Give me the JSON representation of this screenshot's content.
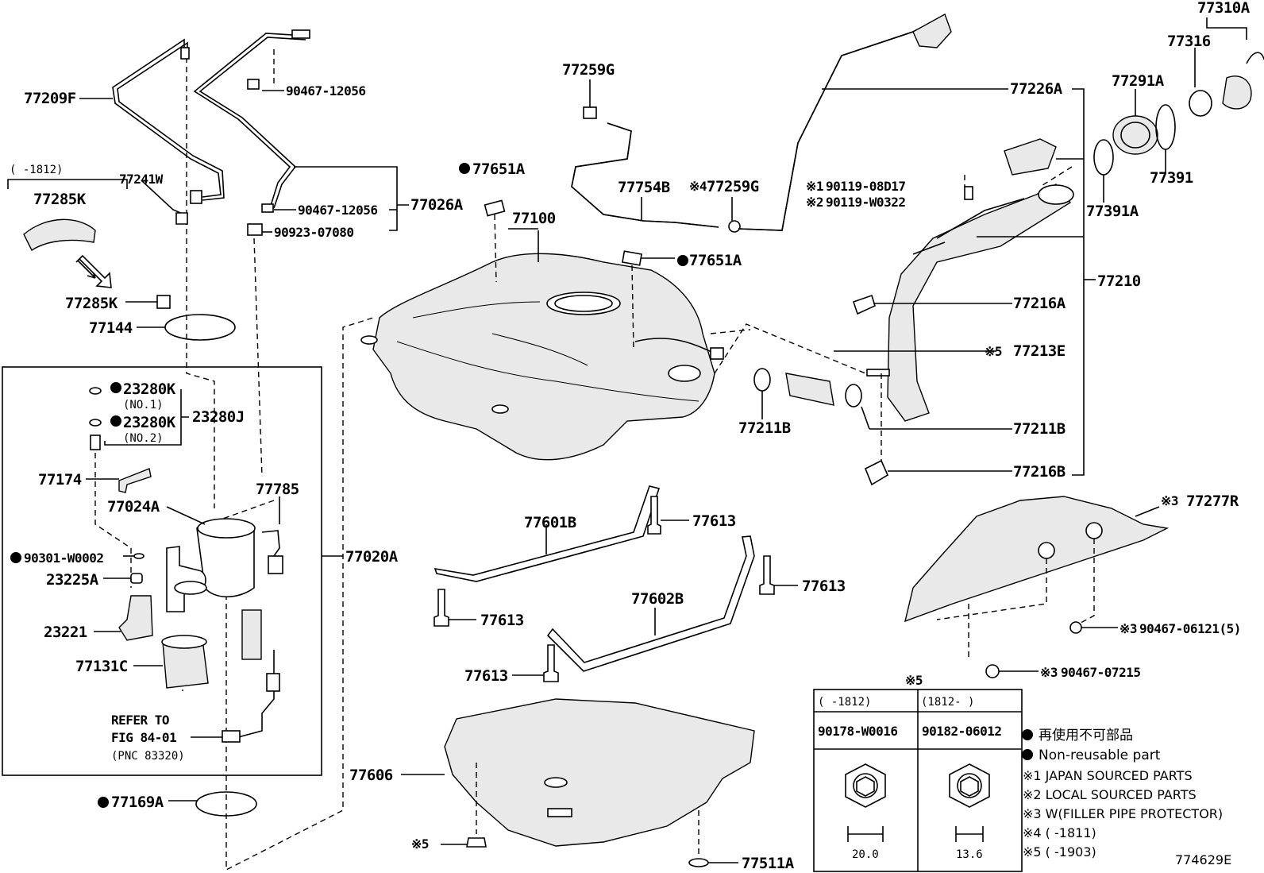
{
  "labels": {
    "p77209F": "77209F",
    "p90467_12056a": "90467-12056",
    "p77241W": "77241W",
    "p1812": "(   -1812)",
    "p77285K": "77285K",
    "p77285K_b": "77285K",
    "p77144": "77144",
    "p90467_12056b": "90467-12056",
    "p77026A": "77026A",
    "p90923_07080": "90923-07080",
    "p23280K_1": "23280K",
    "no1": "(NO.1)",
    "p23280K_2": "23280K",
    "no2": "(NO.2)",
    "p23280J": "23280J",
    "p77174": "77174",
    "p77024A": "77024A",
    "p77785": "77785",
    "p90301": "90301-W0002",
    "p23225A": "23225A",
    "p23221": "23221",
    "p77131C": "77131C",
    "refer1": "REFER TO",
    "refer2": "FIG 84-01",
    "refer3": "(PNC 83320)",
    "p77169A": "77169A",
    "p77020A": "77020A",
    "p77259G": "77259G",
    "p77651A_a": "77651A",
    "p77100": "77100",
    "p77754B": "77754B",
    "p77259G_b": "77259G",
    "p77651A_b": "77651A",
    "p90119_08D17": "90119-08D17",
    "p90119_W0322": "90119-W0322",
    "p77226A": "77226A",
    "p77310A": "77310A",
    "p77316": "77316",
    "p77291A": "77291A",
    "p77391": "77391",
    "p77391A": "77391A",
    "p77210": "77210",
    "p77216A": "77216A",
    "p77213E": "77213E",
    "p77211B_a": "77211B",
    "p77211B_b": "77211B",
    "p77216B": "77216B",
    "p77601B": "77601B",
    "p77613_a": "77613",
    "p77613_b": "77613",
    "p77613_c": "77613",
    "p77613_d": "77613",
    "p77602B": "77602B",
    "p77277R": "77277R",
    "p90467_06121": "90467-06121(5)",
    "p90467_07215": "90467-07215",
    "p77606": "77606",
    "p77511A": "77511A"
  },
  "marks": {
    "m1": "※1",
    "m2": "※2",
    "m3": "※3",
    "m4": "※4",
    "m5": "※5"
  },
  "table": {
    "title": "※5",
    "col1_head": "(     -1812)",
    "col2_head": "(1812-     )",
    "col1_part": "90178-W0016",
    "col2_part": "90182-06012",
    "col1_dim": "20.0",
    "col2_dim": "13.6"
  },
  "legend": {
    "nonreusable_jp": "再使用不可部品",
    "nonreusable_en": "Non-reusable part",
    "n1": "※1 JAPAN SOURCED PARTS",
    "n2": "※2 LOCAL SOURCED PARTS",
    "n3": "※3 W(FILLER PIPE PROTECTOR)",
    "n4": "※4 (      -1811)",
    "n5": "※5 (      -1903)"
  },
  "figure_id": "774629E"
}
